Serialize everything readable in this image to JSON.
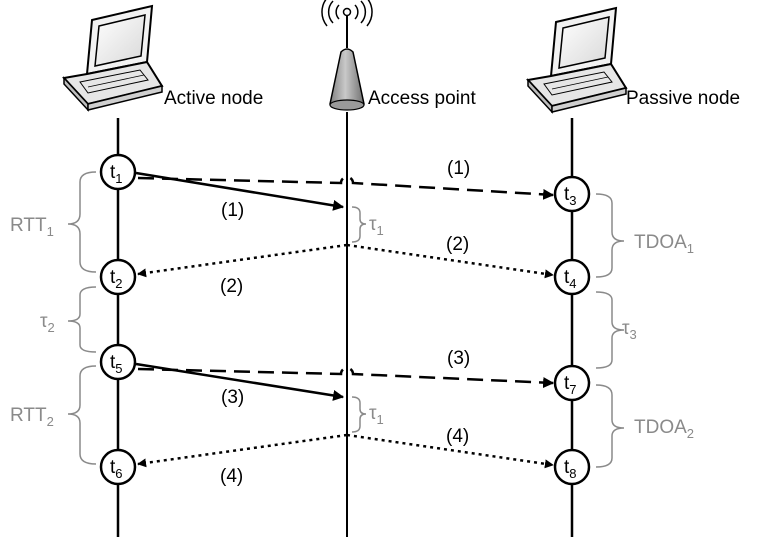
{
  "nodes": {
    "active": {
      "label": "Active node"
    },
    "ap": {
      "label": "Access point"
    },
    "passive": {
      "label": "Passive node"
    }
  },
  "events": {
    "t1": {
      "base": "t",
      "sub": "1"
    },
    "t2": {
      "base": "t",
      "sub": "2"
    },
    "t3": {
      "base": "t",
      "sub": "3"
    },
    "t4": {
      "base": "t",
      "sub": "4"
    },
    "t5": {
      "base": "t",
      "sub": "5"
    },
    "t6": {
      "base": "t",
      "sub": "6"
    },
    "t7": {
      "base": "t",
      "sub": "7"
    },
    "t8": {
      "base": "t",
      "sub": "8"
    }
  },
  "messages": {
    "m1_direct": "(1)",
    "m1_overheard": "(1)",
    "m2_to_active": "(2)",
    "m2_to_passive": "(2)",
    "m3_direct": "(3)",
    "m3_overheard": "(3)",
    "m4_to_active": "(4)",
    "m4_to_passive": "(4)"
  },
  "intervals": {
    "rtt1": {
      "base": "RTT",
      "sub": "1"
    },
    "rtt2": {
      "base": "RTT",
      "sub": "2"
    },
    "tau2": {
      "base": "τ",
      "sub": "2"
    },
    "tau1_a": {
      "base": "τ",
      "sub": "1"
    },
    "tau1_b": {
      "base": "τ",
      "sub": "1"
    },
    "tdoa1": {
      "base": "TDOA",
      "sub": "1"
    },
    "tdoa2": {
      "base": "TDOA",
      "sub": "2"
    },
    "tau3": {
      "base": "τ",
      "sub": "3"
    }
  },
  "colors": {
    "line": "#000000",
    "annotation": "#8a8a8a",
    "ap_body": "#9a9a9a"
  }
}
